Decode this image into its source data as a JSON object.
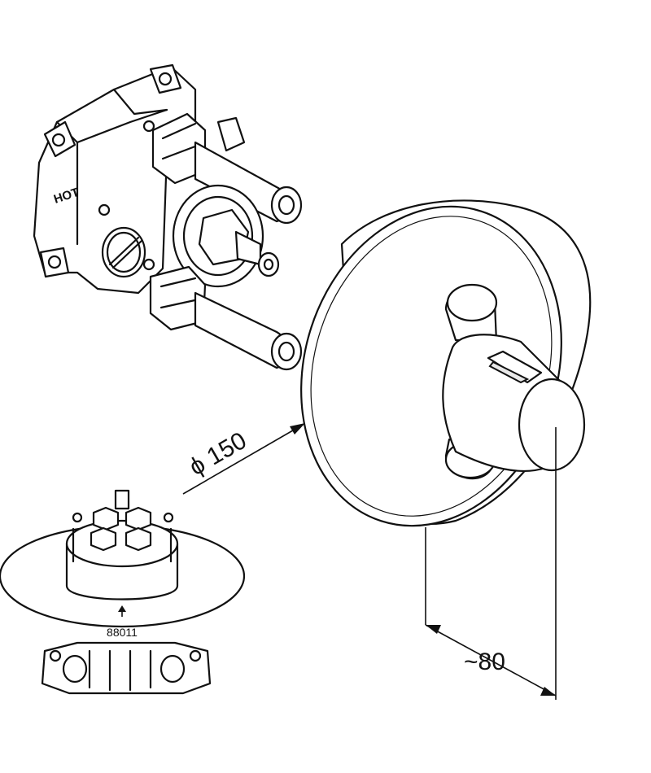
{
  "labels": {
    "hot": "HOT",
    "part_number": "88011",
    "diameter": "ϕ 150",
    "depth": "~80"
  },
  "colors": {
    "line": "#111111",
    "background": "#ffffff"
  }
}
